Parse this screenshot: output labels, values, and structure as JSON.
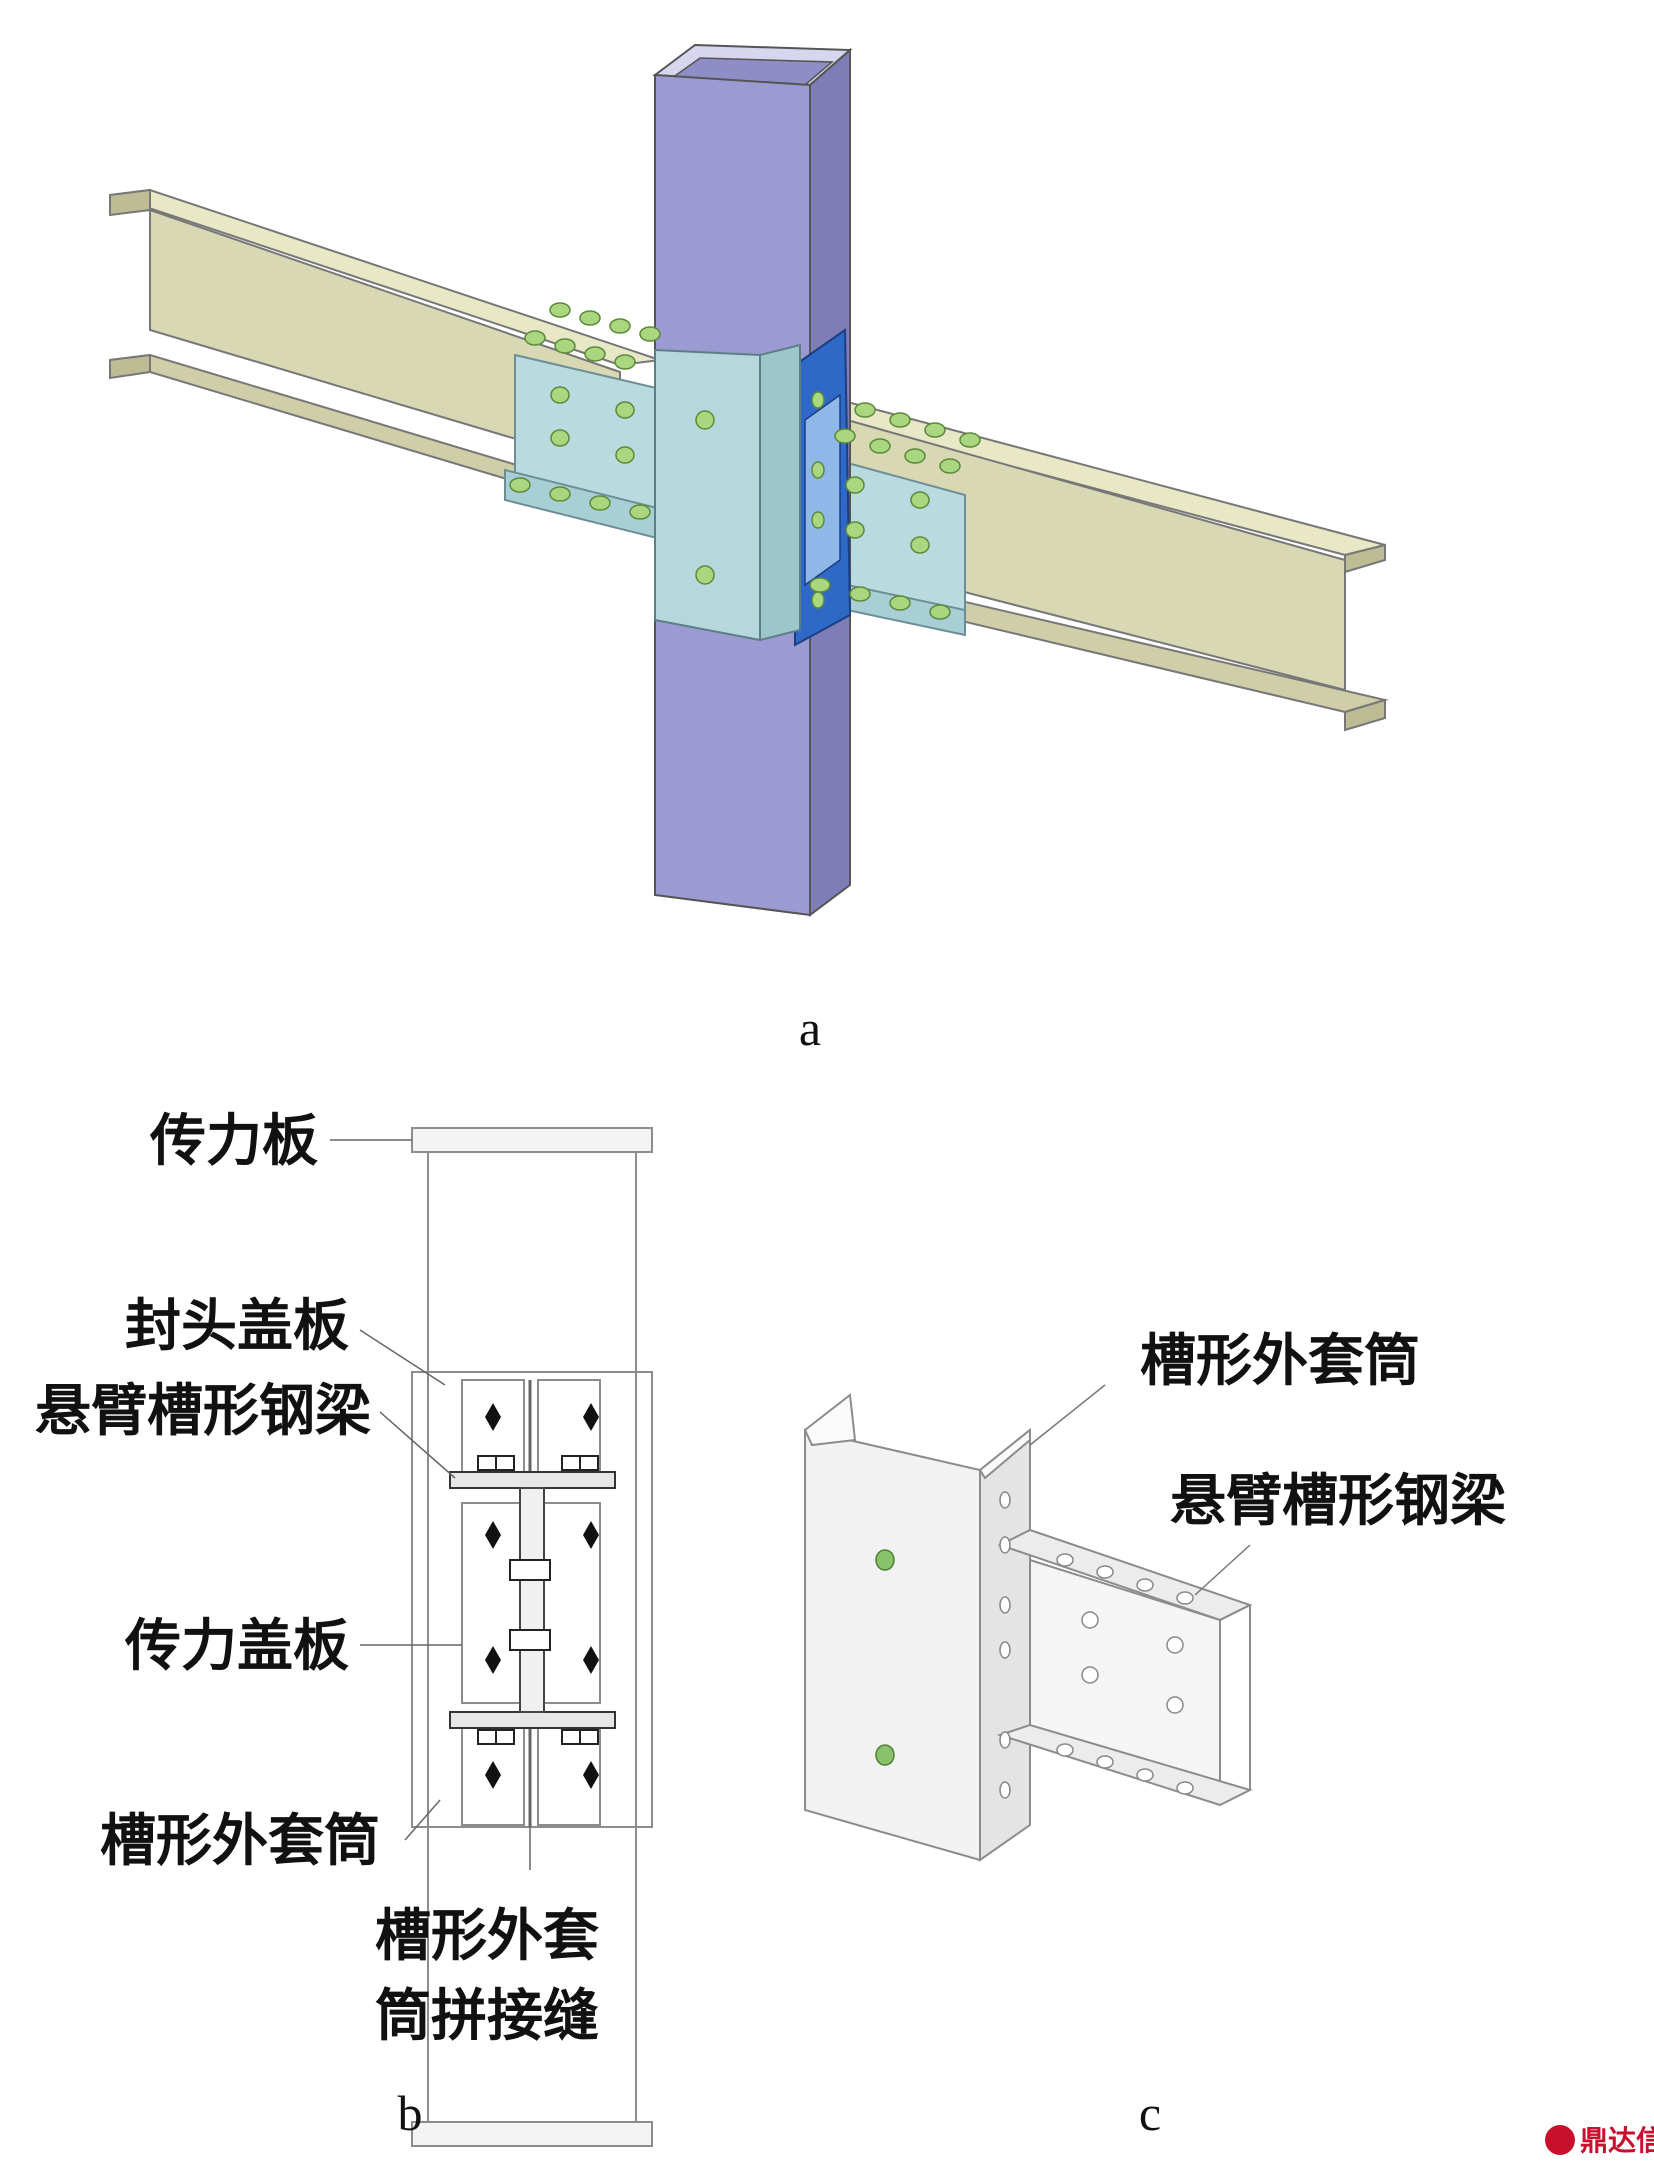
{
  "panels": {
    "a": "a",
    "b": "b",
    "c": "c"
  },
  "labels_b": {
    "transfer_plate": "传力板",
    "end_cover_plate": "封头盖板",
    "cantilever_channel_beam": "悬臂槽形钢梁",
    "transfer_cover_plate": "传力盖板",
    "channel_outer_sleeve": "槽形外套筒",
    "sleeve_seam_line1": "槽形外套",
    "sleeve_seam_line2": "筒拼接缝"
  },
  "labels_c": {
    "channel_outer_sleeve": "槽形外套筒",
    "cantilever_channel_beam": "悬臂槽形钢梁"
  },
  "watermark": "鼎达信",
  "colors": {
    "column": "#9c9ad2",
    "column_dark": "#7f7db8",
    "beam": "#d9d8b4",
    "beam_dark": "#bdbc95",
    "sleeve": "#b6d8dc",
    "sleeve_blue": "#2f69c8",
    "bolt": "#a9d67e",
    "line": "#8c8c8c",
    "bolt_c": "#88c26a"
  }
}
